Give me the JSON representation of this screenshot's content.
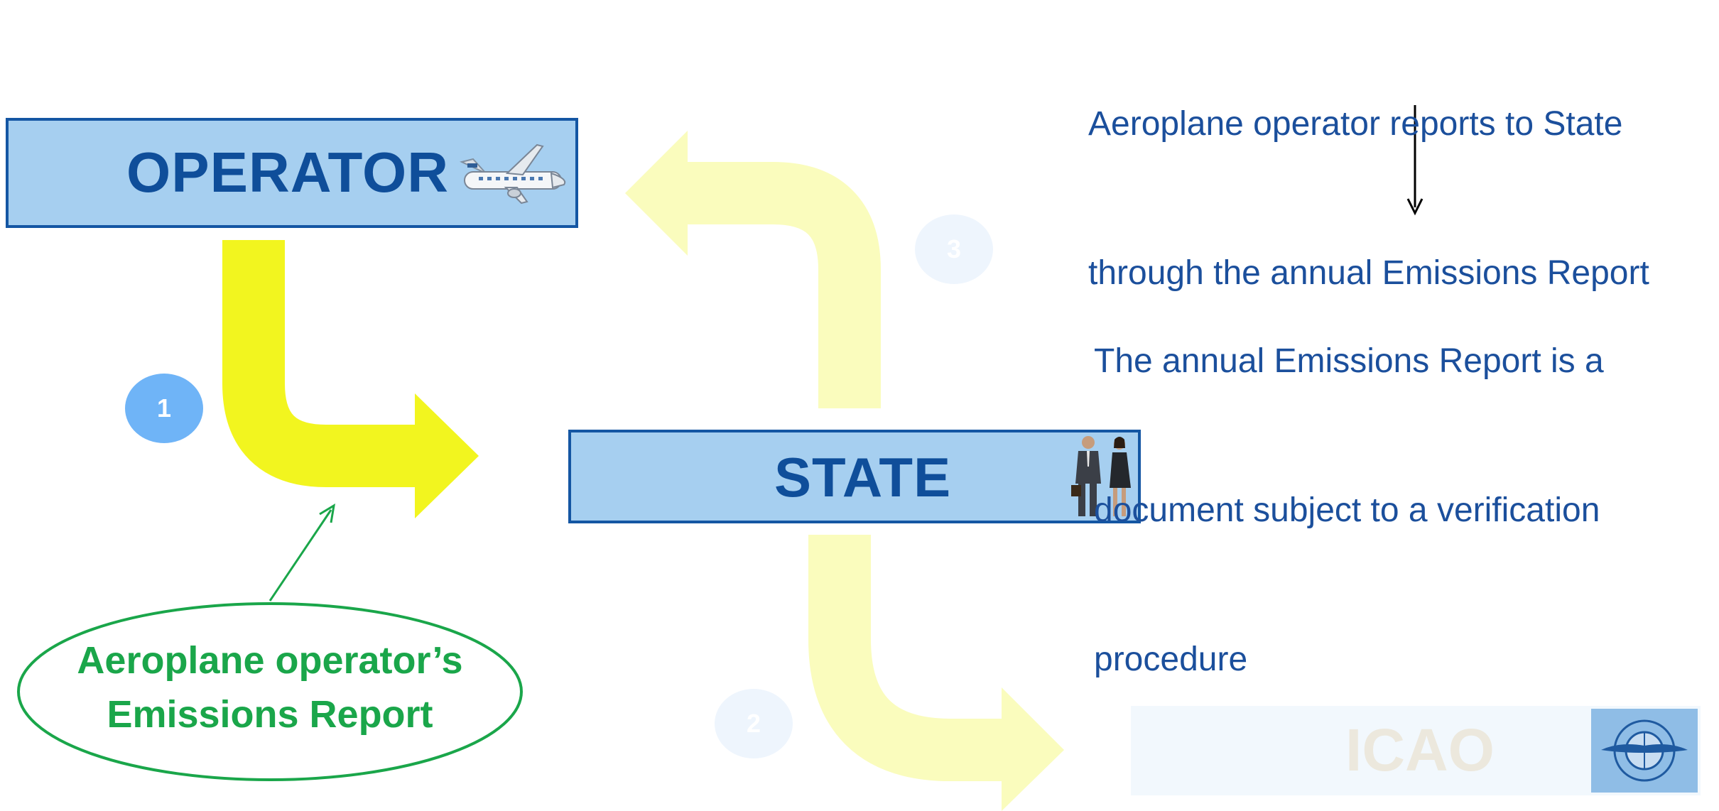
{
  "colors": {
    "box_fill": "#a6cff0",
    "box_border": "#1456a3",
    "label_text": "#0f4e9a",
    "arrow_active": "#f2f51f",
    "arrow_faded": "#fafcbd",
    "note_text": "#1b4f9c",
    "callout_green": "#1aa64a",
    "step_active": "#6fb4f7",
    "step_faded": "#eef5fd"
  },
  "nodes": {
    "operator": "OPERATOR",
    "state": "STATE",
    "icao": "ICAO"
  },
  "steps": [
    "1",
    "2",
    "3"
  ],
  "notes": {
    "top_line1": "Aeroplane operator reports to State",
    "top_line2": "through the annual Emissions Report",
    "middle_line1": "The annual Emissions Report is a",
    "middle_line2": "document subject to a verification",
    "middle_line3": "procedure"
  },
  "callout": {
    "line1": "Aeroplane operator’s",
    "line2": "Emissions Report"
  },
  "icons": {
    "operator": "airplane-icon",
    "state": "officials-icon",
    "icao": "icao-logo-icon"
  }
}
